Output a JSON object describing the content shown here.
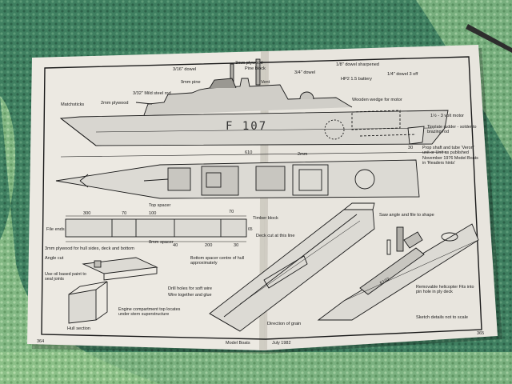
{
  "labels": {
    "matchsticks": "Matchsticks",
    "ply2": "2mm plywood",
    "mild_steel": "3/32\" Mild steel rod",
    "dowel316": "3/16\" dowel",
    "pine9": "9mm pine",
    "ply3": "3mm plywood",
    "pine_block": "Pine block",
    "vent": "Vent",
    "dowel34": "3/4\" dowel",
    "dowel18": "1/8\" dowel sharpened",
    "battery": "HP2 1.5 battery",
    "dowel14": "1/4\" dowel 3 off",
    "wedge": "Wooden wedge for motor",
    "motor": "1½ - 3 volt motor",
    "rudder": "Tinplate rudder - solder to brazing rod",
    "prop": "Prop shaft and tube 'Veron' unit or Unit as published November 1976 Model Boats in 'Readers hints'",
    "hull_number": "F 107",
    "dim610": "610",
    "dim2mm": "2mm",
    "dim300": "300",
    "dim70a": "70",
    "dim100": "100",
    "dim70b": "70",
    "dim40": "40",
    "dim200": "200",
    "dim30a": "30",
    "dim30b": "30",
    "dim65": "65",
    "top_spacer": "Top spacer",
    "timber_block": "Timber block",
    "deck_cut": "Deck cut at this line",
    "file_ends": "File ends",
    "ply3_sides": "3mm plywood for hull sides, deck and bottom",
    "spacer8": "8mm spacer",
    "saw_angle": "Saw angle and file to shape",
    "angle_cut": "Angle cut",
    "oil_paint": "Use oil based paint to seal joints",
    "bottom_spacer": "Bottom spacer centre of hull approximately",
    "drill_holes": "Drill holes for soft wire",
    "wire_glue": "Wire together and glue",
    "engine": "Engine compartment top locates under stern superstructure",
    "hull_section": "Hull section",
    "grain": "Direction of grain",
    "heli": "Removable helicopter Fits into pin hole in ply deck",
    "sketch": "Sketch details not to scale",
    "sketch_hull_number": "F107"
  },
  "footer": {
    "page_left": "364",
    "magazine": "Model Boats",
    "date": "July 1982",
    "page_right": "365"
  },
  "colors": {
    "cloth": "#3e7d5f",
    "paper": "#ece9e2",
    "ink": "#1a1a1a"
  }
}
